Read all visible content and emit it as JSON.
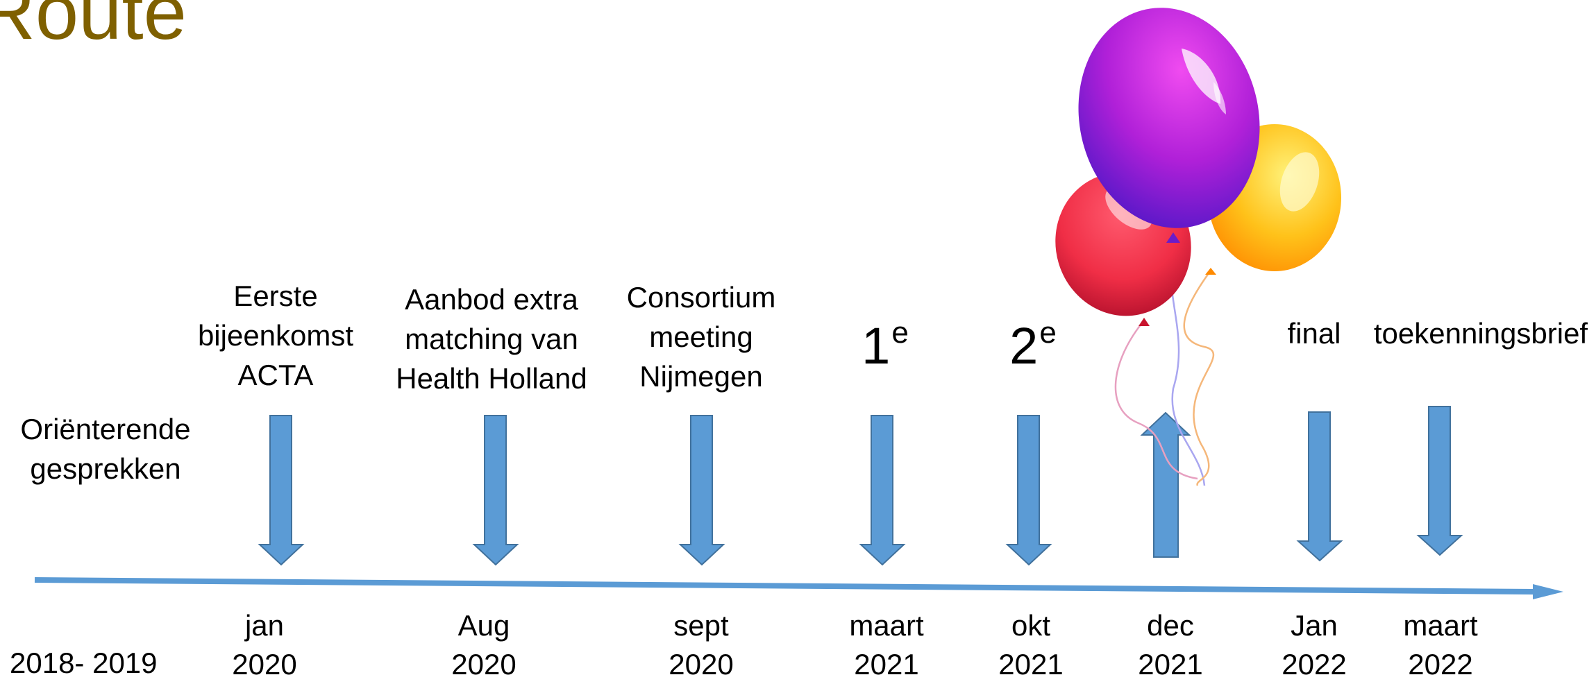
{
  "title": "Route",
  "colors": {
    "title": "#7f6000",
    "arrow_fill": "#5b9bd5",
    "arrow_stroke": "#41719c",
    "balloon_purple": "#b521d6",
    "balloon_red": "#f0324a",
    "balloon_yellow": "#ffc21a"
  },
  "pre_event": {
    "label": [
      "Oriënterende",
      "gesprekken"
    ],
    "date": "2018- 2019"
  },
  "events": [
    {
      "label": [
        "Eerste",
        "bijeenkomst",
        "ACTA"
      ],
      "date": [
        "jan",
        "2020"
      ],
      "direction": "down"
    },
    {
      "label": [
        "Aanbod extra",
        "matching van",
        "Health Holland"
      ],
      "date": [
        "Aug",
        "2020"
      ],
      "direction": "down"
    },
    {
      "label": [
        "Consortium",
        "meeting",
        "Nijmegen"
      ],
      "date": [
        "sept",
        "2020"
      ],
      "direction": "down"
    },
    {
      "label_number": "1",
      "label_suffix": "e",
      "date": [
        "maart",
        "2021"
      ],
      "direction": "down"
    },
    {
      "label_number": "2",
      "label_suffix": "e",
      "date": [
        "okt",
        "2021"
      ],
      "direction": "down"
    },
    {
      "date": [
        "dec",
        "2021"
      ],
      "direction": "up",
      "decoration": "balloons"
    },
    {
      "label": [
        "final"
      ],
      "date": [
        "Jan",
        "2022"
      ],
      "direction": "down"
    },
    {
      "label": [
        "toekenningsbrief"
      ],
      "date": [
        "maart",
        "2022"
      ],
      "direction": "down"
    }
  ]
}
